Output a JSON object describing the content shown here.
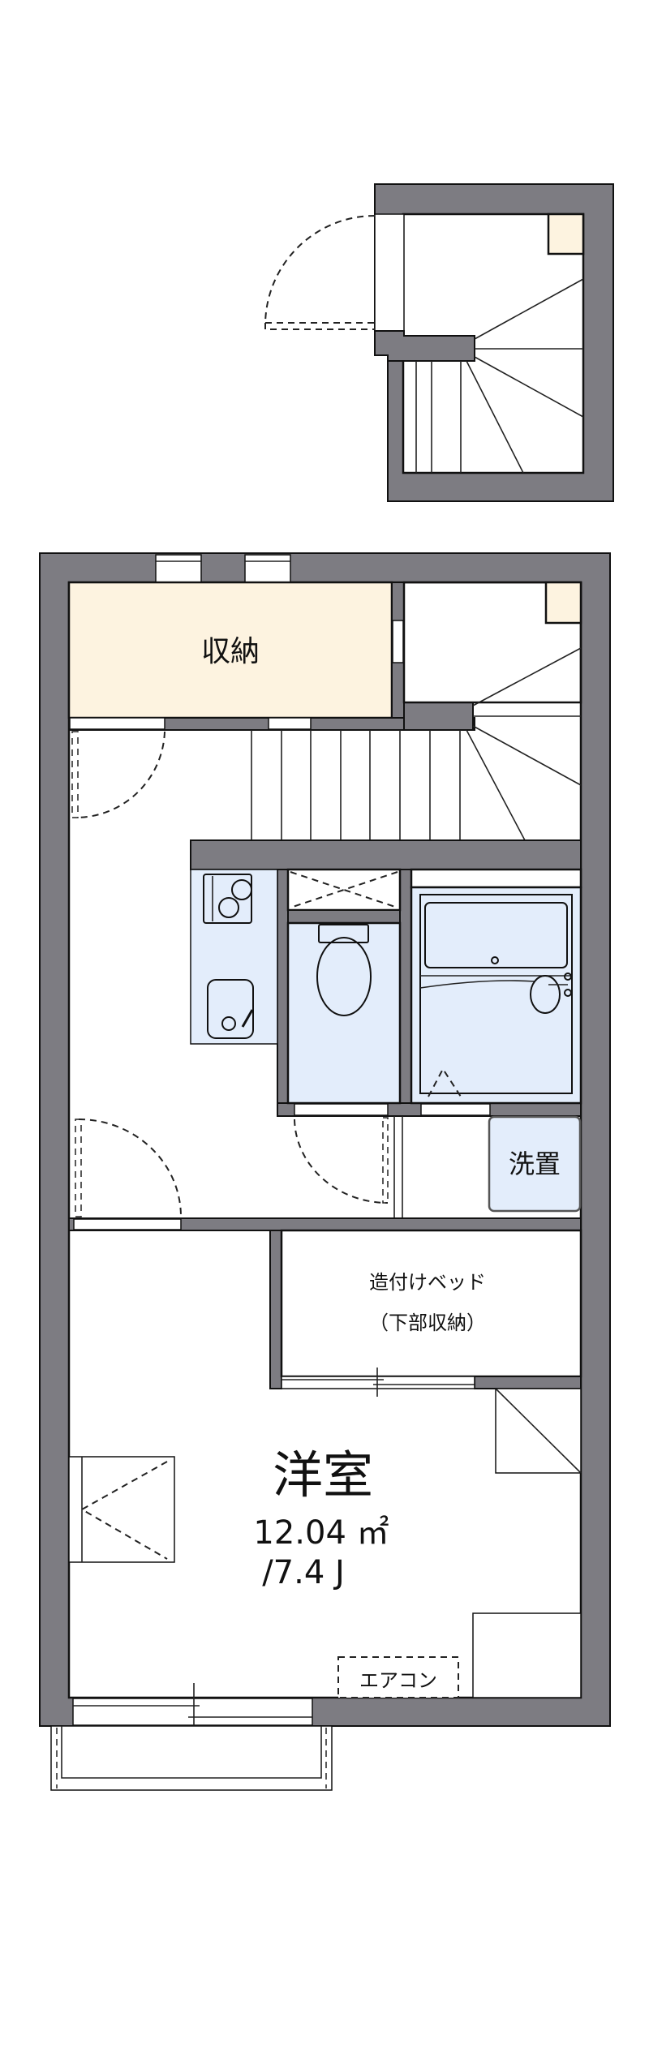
{
  "floor_plan": {
    "colors": {
      "wall": "#7d7c82",
      "storage_fill": "#fdf3e0",
      "wet_area_fill": "#e3edfb",
      "room_fill": "#ffffff",
      "line": "#111111"
    },
    "rooms": {
      "storage": {
        "label": "収納"
      },
      "laundry": {
        "label": "洗置"
      },
      "built_in_bed": {
        "line1": "造付けベッド",
        "line2": "（下部収納）"
      },
      "western_room": {
        "label": "洋室",
        "area": "12.04 ㎡",
        "size_jo": "/7.4 J"
      },
      "air_conditioner": {
        "label": "エアコン"
      }
    }
  }
}
